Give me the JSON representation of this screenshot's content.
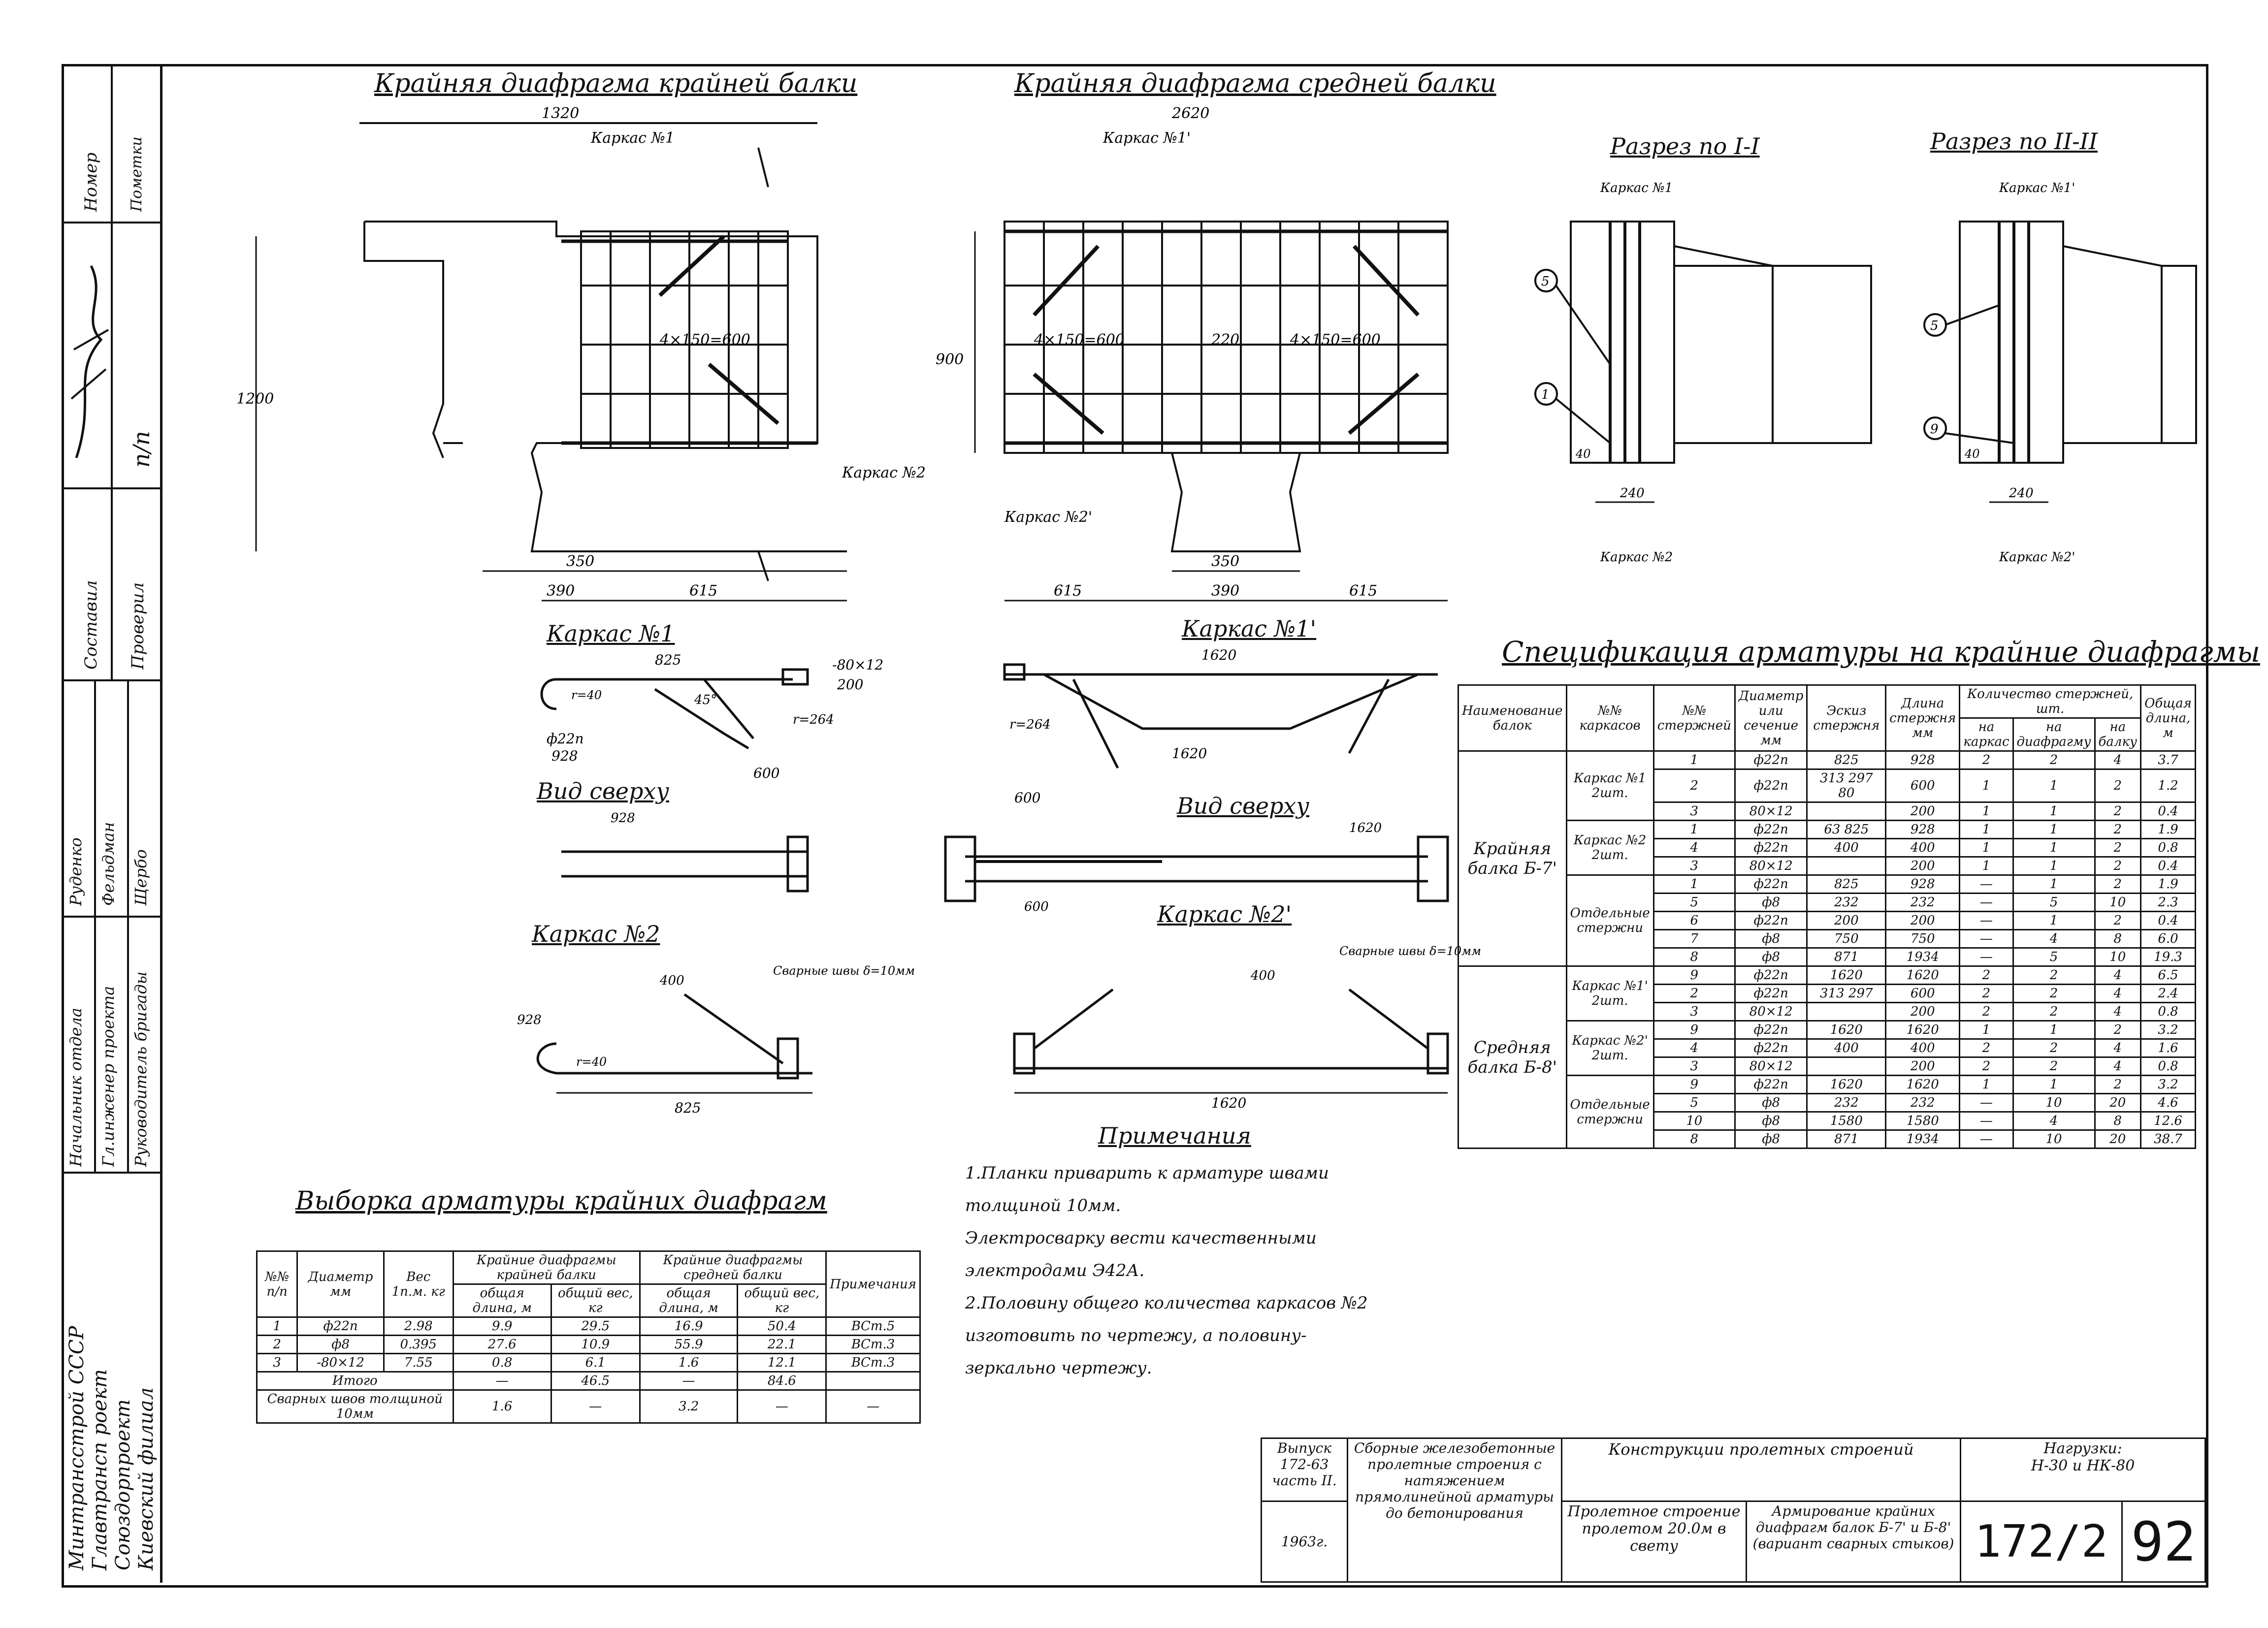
{
  "left_strip": {
    "org": [
      "Минтрансстрой СССР",
      "Главтрансп роект",
      "Союздорпроект",
      "Киевский филиал"
    ],
    "roles": [
      "Начальник отдела",
      "Гл.инженер проекта",
      "Руководитель бригады"
    ],
    "names": [
      "Руденко",
      "Фельдман",
      "Щербо"
    ],
    "cols": [
      "Составил",
      "Проверил",
      "Номер",
      "Пометки"
    ],
    "sheet": "п/п"
  },
  "views": {
    "v1_title": "Крайняя диафрагма крайней балки",
    "v1_width": "1320",
    "v1_karkas": "Каркас №1",
    "v1_karkas2": "Каркас №2",
    "v1_height": "1200",
    "v1_dim_a": "350",
    "v1_dim_b": "390",
    "v1_dim_c": "615",
    "v1_lay": "4×150=600",
    "v2_title": "Крайняя диафрагма средней балки",
    "v2_width": "2620",
    "v2_karkas": "Каркас №1'",
    "v2_karkas2": "Каркас №2'",
    "v2_dim_a": "350",
    "v2_dim_b": "390",
    "v2_dim_c": "615",
    "v2_dim_d": "615",
    "v2_lay1": "4×150=600",
    "v2_lay2": "4×150=600",
    "v2_mid": "220",
    "v2_height": "900",
    "s1_title": "Разрез по I-I",
    "s2_title": "Разрез по II-II",
    "s1_karkas_top": "Каркас №1",
    "s1_karkas_bot": "Каркас №2",
    "s2_karkas_top": "Каркас №1'",
    "s2_karkas_bot": "Каркас №2'",
    "sec_w": "240",
    "sec_40": "40"
  },
  "karkas": {
    "k1_title": "Каркас №1",
    "k1_len": "825",
    "k1_plate": "-80×12",
    "k1_plate_l": "200",
    "k1_bar": "ф22п",
    "k1_bar_l": "928",
    "k1_bar2_l": "600",
    "k1_r": "r=40",
    "k1_r2": "r=264",
    "k1_angle": "45°",
    "top_view": "Вид сверху",
    "k1_top_l": "928",
    "k1p_title": "Каркас №1'",
    "k1p_len": "1620",
    "k1p_bar_l": "1620",
    "k1p_bar2_l": "600",
    "k1p_r": "r=264",
    "k1p_top_l": "1620",
    "k1p_top2": "600",
    "k2_title": "Каркас №2",
    "k2_bar_l": "400",
    "k2_bar2_l": "928",
    "k2_len": "825",
    "k2_weld": "Сварные швы δ=10мм",
    "k2_r": "r=40",
    "k2p_title": "Каркас №2'",
    "k2p_weld": "Сварные швы δ=10мм",
    "k2p_bar_l": "400",
    "k2p_len": "1620"
  },
  "notes": {
    "title": "Примечания",
    "lines": [
      "1.Планки приварить к арматуре швами",
      "толщиной 10мм.",
      "Электросварку вести качественными",
      "электродами Э42А.",
      "2.Половину общего количества каркасов №2",
      "изготовить по чертежу, а половину-",
      "зеркально чертежу."
    ]
  },
  "selection": {
    "title": "Выборка арматуры крайних диафрагм",
    "headers": [
      "№№ п/п",
      "Диаметр мм",
      "Вес 1п.м. кг",
      "Крайние диафрагмы крайней балки",
      "Крайние диафрагмы средней балки",
      "Примечания"
    ],
    "subheaders": [
      "общая длина, м",
      "общий вес, кг",
      "общая длина, м",
      "общий вес, кг"
    ],
    "rows": [
      [
        "1",
        "ф22п",
        "2.98",
        "9.9",
        "29.5",
        "16.9",
        "50.4",
        "ВСт.5"
      ],
      [
        "2",
        "ф8",
        "0.395",
        "27.6",
        "10.9",
        "55.9",
        "22.1",
        "ВСт.3"
      ],
      [
        "3",
        "-80×12",
        "7.55",
        "0.8",
        "6.1",
        "1.6",
        "12.1",
        "ВСт.3"
      ]
    ],
    "total_label": "Итого",
    "total": [
      "—",
      "46.5",
      "—",
      "84.6"
    ],
    "weld_label": "Сварных швов толщиной 10мм",
    "weld": [
      "1.6",
      "—",
      "3.2",
      "—"
    ]
  },
  "spec": {
    "title": "Спецификация арматуры на крайние диафрагмы",
    "headers": [
      "Наименование балок",
      "№№ каркасов",
      "№№ стержней",
      "Диаметр или сечение мм",
      "Эскиз стержня",
      "Длина стержня мм",
      "на каркас",
      "на диафрагму",
      "на балку",
      "Общая длина, м"
    ],
    "qty_header": "Количество стержней, шт.",
    "group1": "Крайняя балка Б-7'",
    "group2": "Средняя балка Б-8'",
    "rows": [
      [
        "Каркас №1 2шт.",
        "1",
        "ф22п",
        "928",
        "2",
        "2",
        "4",
        "3.7"
      ],
      [
        "",
        "2",
        "ф22п",
        "600",
        "1",
        "1",
        "2",
        "1.2"
      ],
      [
        "",
        "3",
        "80×12",
        "200",
        "1",
        "1",
        "2",
        "0.4"
      ],
      [
        "Каркас №2 2шт.",
        "1",
        "ф22п",
        "928",
        "1",
        "1",
        "2",
        "1.9"
      ],
      [
        "",
        "4",
        "ф22п",
        "400",
        "1",
        "1",
        "2",
        "0.8"
      ],
      [
        "",
        "3",
        "80×12",
        "200",
        "1",
        "1",
        "2",
        "0.4"
      ],
      [
        "Отдельные стержни",
        "1",
        "ф22п",
        "928",
        "—",
        "1",
        "2",
        "1.9"
      ],
      [
        "",
        "5",
        "ф8",
        "232",
        "—",
        "5",
        "10",
        "2.3"
      ],
      [
        "",
        "6",
        "ф22п",
        "200",
        "—",
        "1",
        "2",
        "0.4"
      ],
      [
        "",
        "7",
        "ф8",
        "750",
        "—",
        "4",
        "8",
        "6.0"
      ],
      [
        "",
        "8",
        "ф8",
        "1934",
        "—",
        "5",
        "10",
        "19.3"
      ],
      [
        "Каркас №1' 2шт.",
        "9",
        "ф22п",
        "1620",
        "2",
        "2",
        "4",
        "6.5"
      ],
      [
        "",
        "2",
        "ф22п",
        "600",
        "2",
        "2",
        "4",
        "2.4"
      ],
      [
        "",
        "3",
        "80×12",
        "200",
        "2",
        "2",
        "4",
        "0.8"
      ],
      [
        "Каркас №2' 2шт.",
        "9",
        "ф22п",
        "1620",
        "1",
        "1",
        "2",
        "3.2"
      ],
      [
        "",
        "4",
        "ф22п",
        "400",
        "2",
        "2",
        "4",
        "1.6"
      ],
      [
        "",
        "3",
        "80×12",
        "200",
        "2",
        "2",
        "4",
        "0.8"
      ],
      [
        "Отдельные стержни",
        "9",
        "ф22п",
        "1620",
        "1",
        "1",
        "2",
        "3.2"
      ],
      [
        "",
        "5",
        "ф8",
        "232",
        "—",
        "10",
        "20",
        "4.6"
      ],
      [
        "",
        "10",
        "ф8",
        "1580",
        "—",
        "4",
        "8",
        "12.6"
      ],
      [
        "",
        "8",
        "ф8",
        "1934",
        "—",
        "10",
        "20",
        "38.7"
      ]
    ],
    "sketch": [
      "825",
      "313 297 80",
      "",
      "63 825",
      "400",
      "",
      "825",
      "232",
      "200",
      "750",
      "871",
      "1620",
      "313 297",
      "",
      "1620",
      "400",
      "",
      "1620",
      "232",
      "1580",
      "871"
    ]
  },
  "stamp": {
    "issue": "Выпуск 172-63 часть II.",
    "year": "1963г.",
    "series": "Сборные железобетонные пролетные строения с натяжением прямолинейной арматуры до бетонирования",
    "subject": "Конструкции пролетных строений",
    "span": "Пролетное строение пролетом 20.0м в свету",
    "sheet_title": "Армирование крайних диафрагм балок Б-7' и Б-8' (вариант сварных стыков)",
    "load_label": "Нагрузки:",
    "load": "Н-30 и НК-80",
    "code": "172/2",
    "page": "92"
  }
}
